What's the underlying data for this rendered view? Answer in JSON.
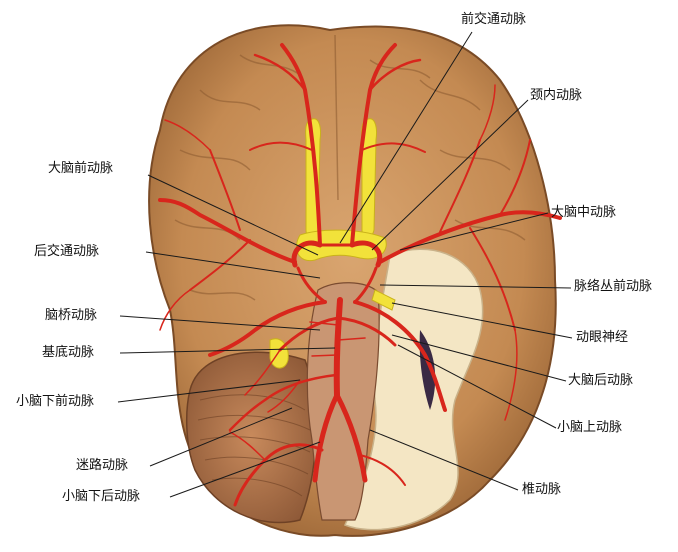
{
  "labels": {
    "anterior_communicating": "前交通动脉",
    "internal_carotid": "颈内动脉",
    "anterior_cerebral": "大脑前动脉",
    "middle_cerebral": "大脑中动脉",
    "posterior_communicating": "后交通动脉",
    "anterior_choroidal": "脉络丛前动脉",
    "pontine": "脑桥动脉",
    "oculomotor_nerve": "动眼神经",
    "basilar": "基底动脉",
    "posterior_cerebral": "大脑后动脉",
    "anterior_inferior_cerebellar": "小脑下前动脉",
    "superior_cerebellar": "小脑上动脉",
    "labyrinthine": "迷路动脉",
    "vertebral": "椎动脉",
    "posterior_inferior_cerebellar": "小脑下后动脉"
  },
  "colors": {
    "brain": "#c9925c",
    "brain_shadow": "#a4703f",
    "artery": "#d8261c",
    "nerve": "#f2e23a",
    "cut_surface": "#f4e6c4",
    "cerebellum": "#b5784d"
  }
}
